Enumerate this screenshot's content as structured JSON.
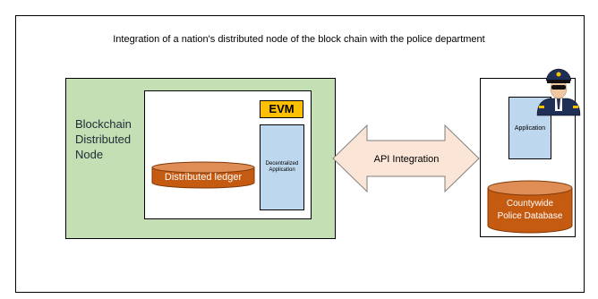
{
  "title": "Integration of a nation's distributed node of the block chain with the police department",
  "blockchain_node": {
    "label": "Blockchain Distributed Node",
    "evm_label": "EVM",
    "dapp_label": "Decentralized Application",
    "ledger_label": "Distributed ledger"
  },
  "api_arrow": {
    "label": "API Integration"
  },
  "police": {
    "application_label": "Application",
    "database_label_line1": "Countywide",
    "database_label_line2": "Police Database"
  },
  "colors": {
    "green_fill": "#c5dfb4",
    "evm_fill": "#ffc000",
    "app_fill": "#bdd7ee",
    "arrow_fill": "#fbe5d6",
    "cylinder_fill": "#c55a11",
    "cylinder_top": "#e08d55"
  }
}
